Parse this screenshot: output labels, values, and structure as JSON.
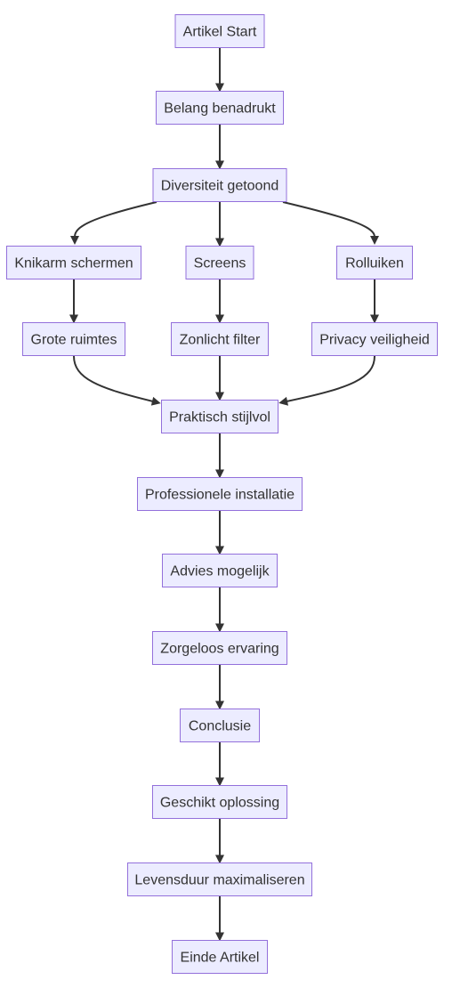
{
  "diagram": {
    "type": "flowchart",
    "direction": "top-down",
    "colors": {
      "node_fill": "#ececff",
      "node_border": "#9370db",
      "edge": "#333333",
      "text": "#333333",
      "background": "#ffffff"
    },
    "nodes": [
      {
        "id": "start",
        "label": "Artikel Start"
      },
      {
        "id": "belang",
        "label": "Belang benadrukt"
      },
      {
        "id": "diversiteit",
        "label": "Diversiteit getoond"
      },
      {
        "id": "knikarm",
        "label": "Knikarm schermen"
      },
      {
        "id": "screens",
        "label": "Screens"
      },
      {
        "id": "rolluiken",
        "label": "Rolluiken"
      },
      {
        "id": "grote",
        "label": "Grote ruimtes"
      },
      {
        "id": "zonlicht",
        "label": "Zonlicht filter"
      },
      {
        "id": "privacy",
        "label": "Privacy veiligheid"
      },
      {
        "id": "praktisch",
        "label": "Praktisch stijlvol"
      },
      {
        "id": "installatie",
        "label": "Professionele installatie"
      },
      {
        "id": "advies",
        "label": "Advies mogelijk"
      },
      {
        "id": "zorgeloos",
        "label": "Zorgeloos ervaring"
      },
      {
        "id": "conclusie",
        "label": "Conclusie"
      },
      {
        "id": "geschikt",
        "label": "Geschikt oplossing"
      },
      {
        "id": "levensduur",
        "label": "Levensduur maximaliseren"
      },
      {
        "id": "einde",
        "label": "Einde Artikel"
      }
    ],
    "edges": [
      {
        "from": "start",
        "to": "belang"
      },
      {
        "from": "belang",
        "to": "diversiteit"
      },
      {
        "from": "diversiteit",
        "to": "knikarm"
      },
      {
        "from": "diversiteit",
        "to": "screens"
      },
      {
        "from": "diversiteit",
        "to": "rolluiken"
      },
      {
        "from": "knikarm",
        "to": "grote"
      },
      {
        "from": "screens",
        "to": "zonlicht"
      },
      {
        "from": "rolluiken",
        "to": "privacy"
      },
      {
        "from": "grote",
        "to": "praktisch"
      },
      {
        "from": "zonlicht",
        "to": "praktisch"
      },
      {
        "from": "privacy",
        "to": "praktisch"
      },
      {
        "from": "praktisch",
        "to": "installatie"
      },
      {
        "from": "installatie",
        "to": "advies"
      },
      {
        "from": "advies",
        "to": "zorgeloos"
      },
      {
        "from": "zorgeloos",
        "to": "conclusie"
      },
      {
        "from": "conclusie",
        "to": "geschikt"
      },
      {
        "from": "geschikt",
        "to": "levensduur"
      },
      {
        "from": "levensduur",
        "to": "einde"
      }
    ]
  }
}
